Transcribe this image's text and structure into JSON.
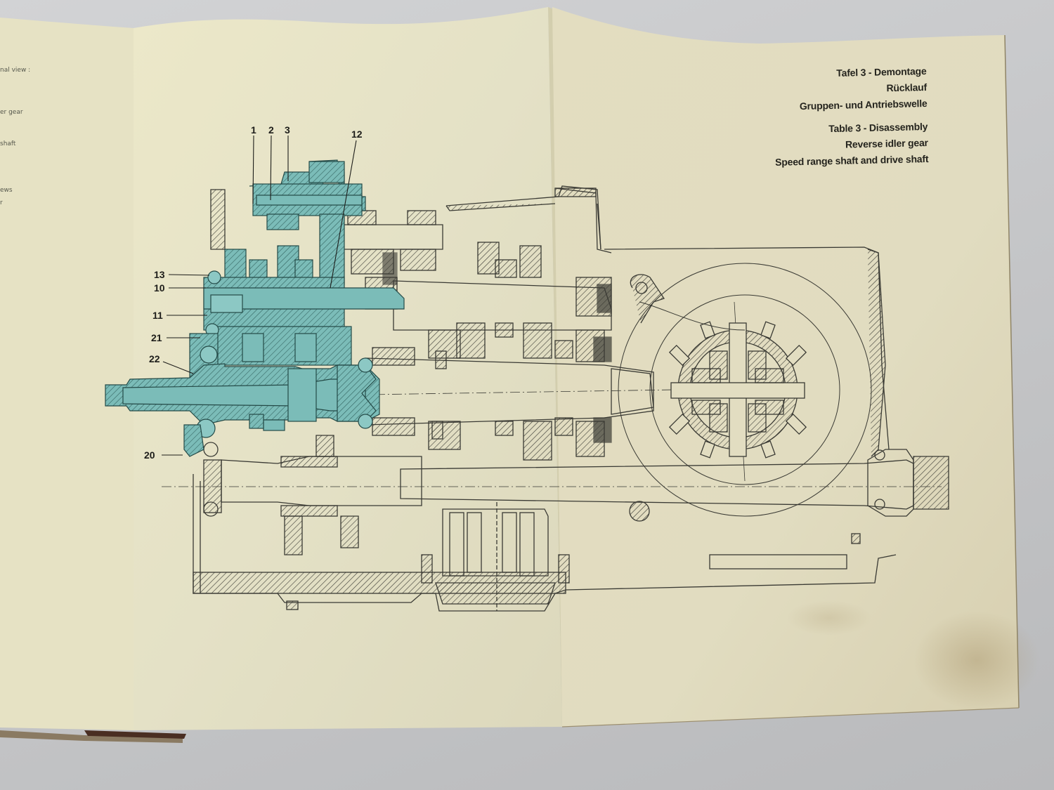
{
  "document": {
    "type": "service-manual-foldout",
    "left_page": {
      "partial_text_lines": [
        "nal view :",
        "er gear",
        "shaft",
        "ews",
        "r"
      ]
    },
    "caption": {
      "german": {
        "title": "Tafel 3 - Demontage",
        "line2": "Rücklauf",
        "line3": "Gruppen- und Antriebswelle"
      },
      "english": {
        "title": "Table 3 - Disassembly",
        "line2": "Reverse idler gear",
        "line3": "Speed range shaft and drive shaft"
      }
    },
    "drawing": {
      "subject": "transmission cross-section",
      "highlight_color": "#7bbcb8",
      "line_color": "#3a3a34",
      "paper_color": "#e6e3c8",
      "callouts": [
        {
          "id": "1",
          "label": "1"
        },
        {
          "id": "2",
          "label": "2"
        },
        {
          "id": "3",
          "label": "3"
        },
        {
          "id": "12",
          "label": "12"
        },
        {
          "id": "13",
          "label": "13"
        },
        {
          "id": "10",
          "label": "10"
        },
        {
          "id": "11",
          "label": "11"
        },
        {
          "id": "21",
          "label": "21"
        },
        {
          "id": "22",
          "label": "22"
        },
        {
          "id": "20",
          "label": "20"
        }
      ]
    }
  }
}
